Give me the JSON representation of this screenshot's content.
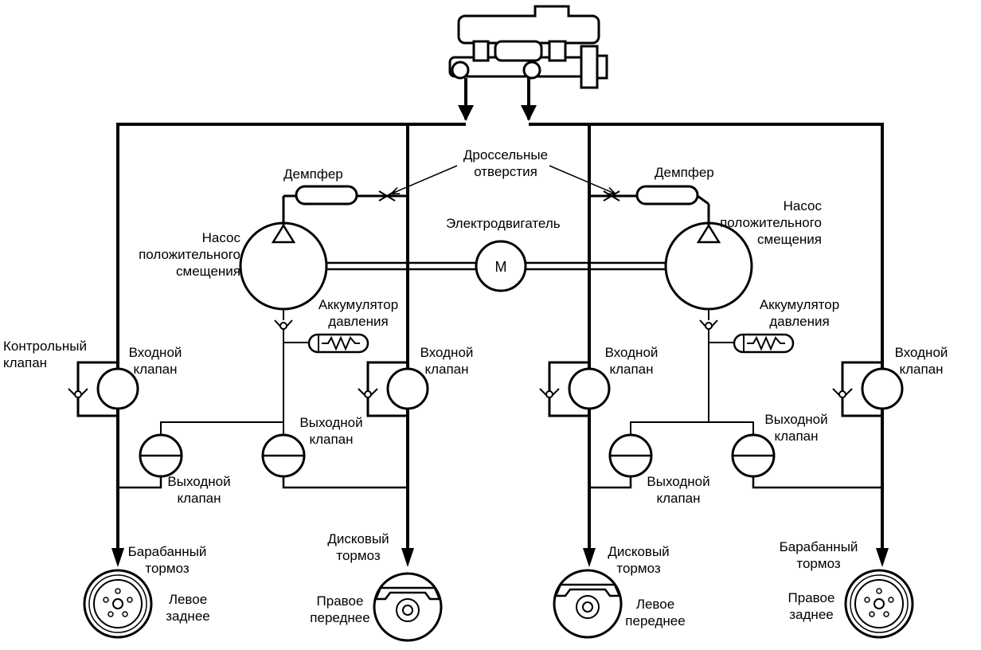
{
  "labels": {
    "throttle_orifices": [
      "Дроссельные",
      "отверстия"
    ],
    "motor": "Электродвигатель",
    "motor_symbol": "М",
    "damper_left": "Демпфер",
    "damper_right": "Демпфер",
    "pump_left": [
      "Насос",
      "положительного",
      "смещения"
    ],
    "pump_right": [
      "Насос",
      "положительного",
      "смещения"
    ],
    "accumulator_left": [
      "Аккумулятор",
      "давления"
    ],
    "accumulator_right": [
      "Аккумулятор",
      "давления"
    ],
    "control_valve": [
      "Контрольный",
      "клапан"
    ],
    "inlet_valve_1": [
      "Входной",
      "клапан"
    ],
    "inlet_valve_2": [
      "Входной",
      "клапан"
    ],
    "inlet_valve_3": [
      "Входной",
      "клапан"
    ],
    "inlet_valve_4": [
      "Входной",
      "клапан"
    ],
    "outlet_valve_1": [
      "Выходной",
      "клапан"
    ],
    "outlet_valve_2": [
      "Выходной",
      "клапан"
    ],
    "outlet_valve_3": [
      "Выходной",
      "клапан"
    ],
    "outlet_valve_4": [
      "Выходной",
      "клапан"
    ],
    "brake_drum_left": [
      "Барабанный",
      "тормоз"
    ],
    "wheel_rear_left": [
      "Левое",
      "заднее"
    ],
    "brake_disc_right": [
      "Дисковый",
      "тормоз"
    ],
    "wheel_front_right": [
      "Правое",
      "переднее"
    ],
    "brake_disc_left": [
      "Дисковый",
      "тормоз"
    ],
    "wheel_front_left": [
      "Левое",
      "переднее"
    ],
    "brake_drum_right": [
      "Барабанный",
      "тормоз"
    ],
    "wheel_rear_right": [
      "Правое",
      "заднее"
    ]
  }
}
